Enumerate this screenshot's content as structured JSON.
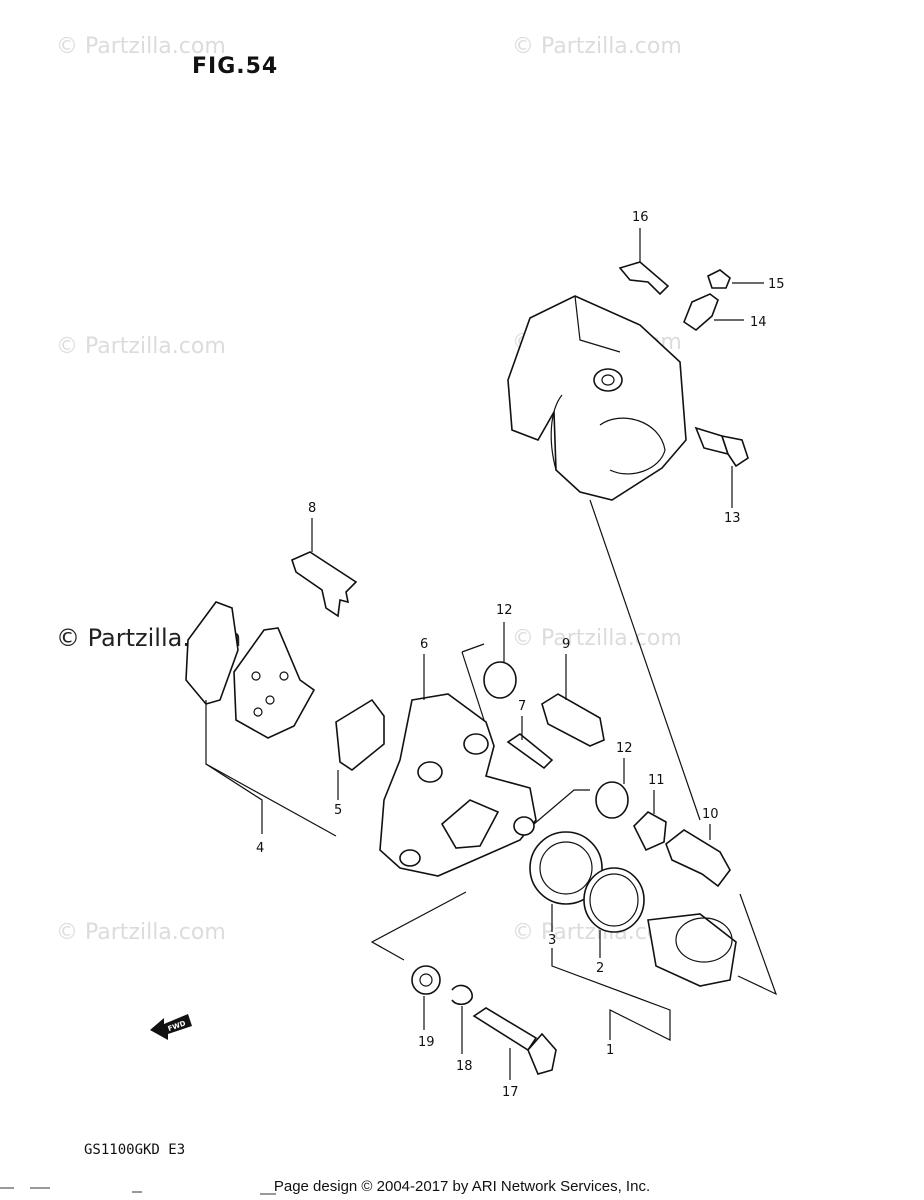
{
  "figure": {
    "title": "FIG.54"
  },
  "watermarks": [
    "© Partzilla.com",
    "© Partzilla.com",
    "© Partzilla.com",
    "© Partzilla.com",
    "© Partzilla.com",
    "© Partzilla.com",
    "© Partzilla.com",
    "© Partzilla.com"
  ],
  "callouts": {
    "p1": "1",
    "p2": "2",
    "p3": "3",
    "p4": "4",
    "p5": "5",
    "p6": "6",
    "p7": "7",
    "p8": "8",
    "p9": "9",
    "p10": "10",
    "p11": "11",
    "p12a": "12",
    "p12b": "12",
    "p13": "13",
    "p14": "14",
    "p15": "15",
    "p16": "16",
    "p17": "17",
    "p18": "18",
    "p19": "19"
  },
  "fwd_label": "FWD",
  "model_code": "GS1100GKD E3",
  "footer": "Page design © 2004-2017 by ARI Network Services, Inc."
}
